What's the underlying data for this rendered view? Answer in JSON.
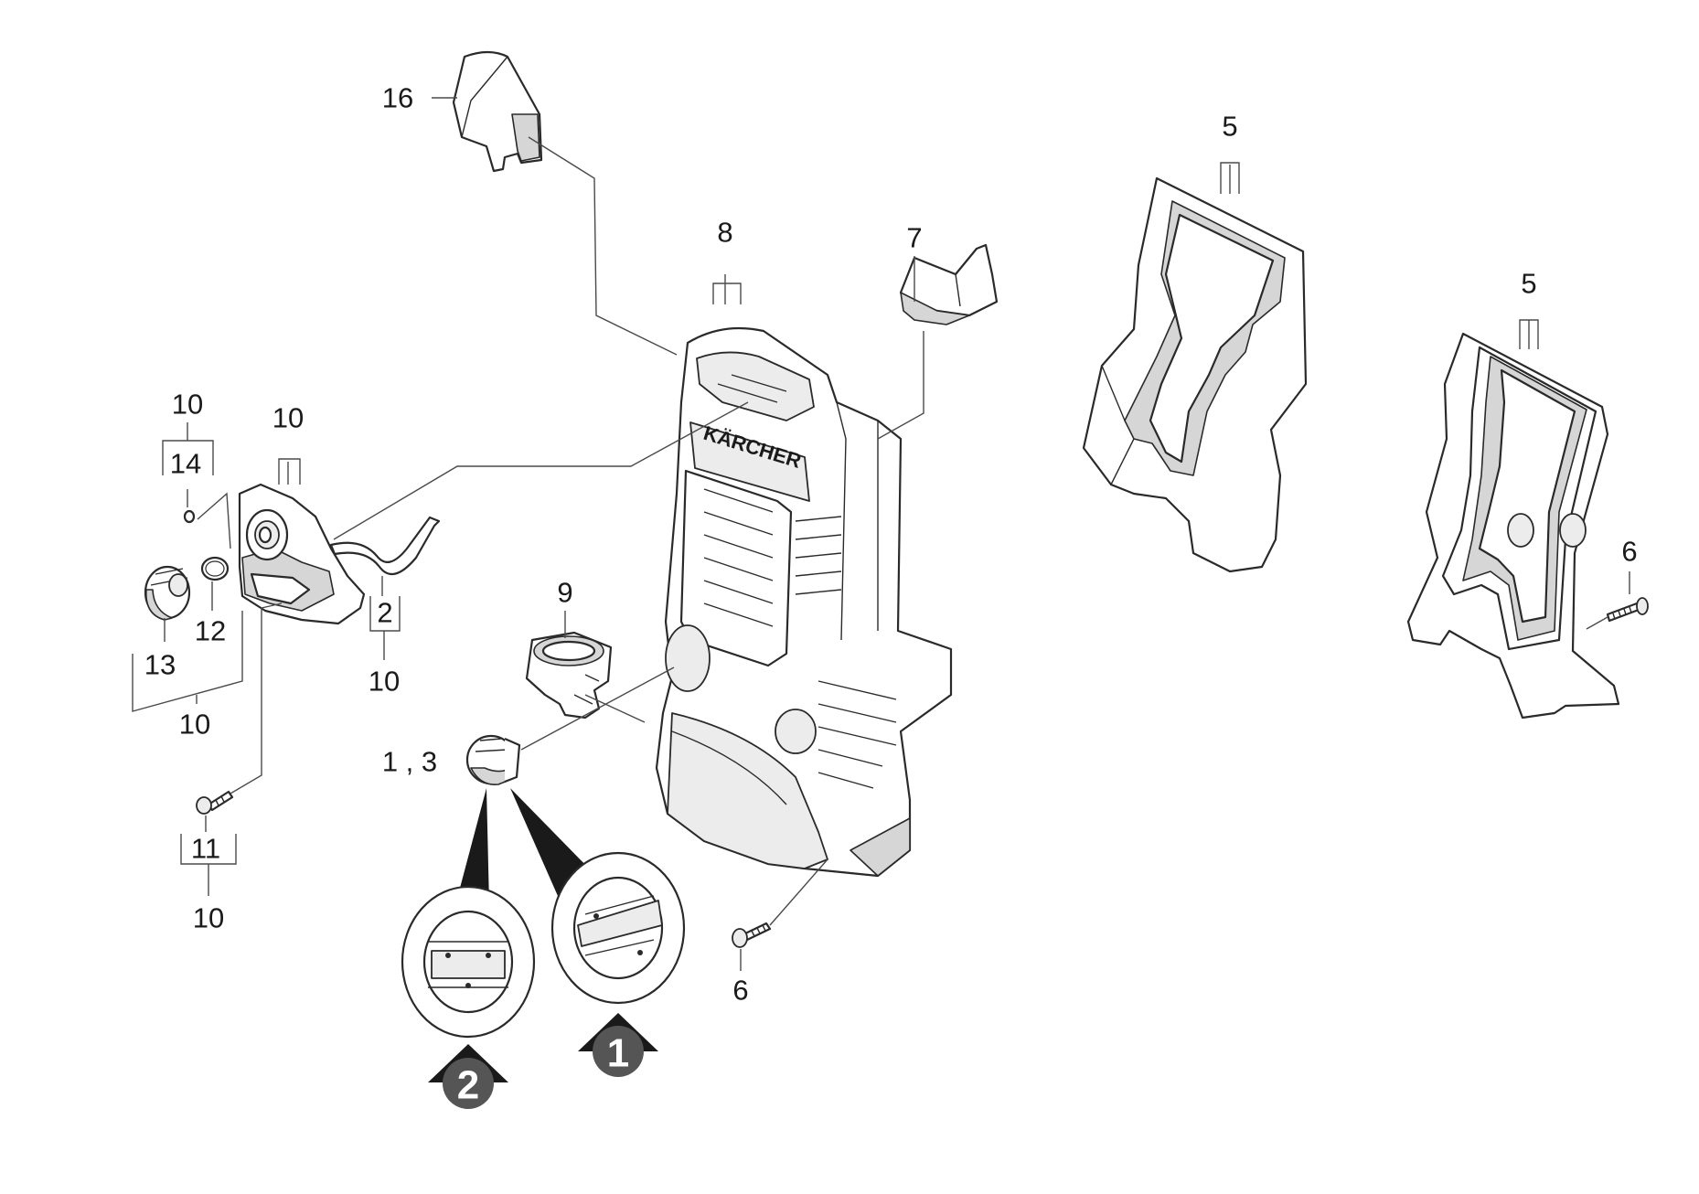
{
  "labels": {
    "part_16": "16",
    "part_8": "8",
    "part_7": "7",
    "part_5_top": "5",
    "part_5_right": "5",
    "part_6_right": "6",
    "part_6_bottom": "6",
    "part_9": "9",
    "part_1_3": "1 , 3",
    "part_10_a": "10",
    "part_14": "14",
    "part_10_b": "10",
    "part_12": "12",
    "part_13": "13",
    "part_2": "2",
    "part_10_c": "10",
    "part_10_d": "10",
    "part_11": "11",
    "part_10_e": "10"
  },
  "brand_text": "KÄRCHER",
  "variants": {
    "variant_1": "1",
    "variant_2": "2"
  },
  "colors": {
    "line": "#2a2a2a",
    "badge": "#555555",
    "shade": "#d6d6d6"
  }
}
